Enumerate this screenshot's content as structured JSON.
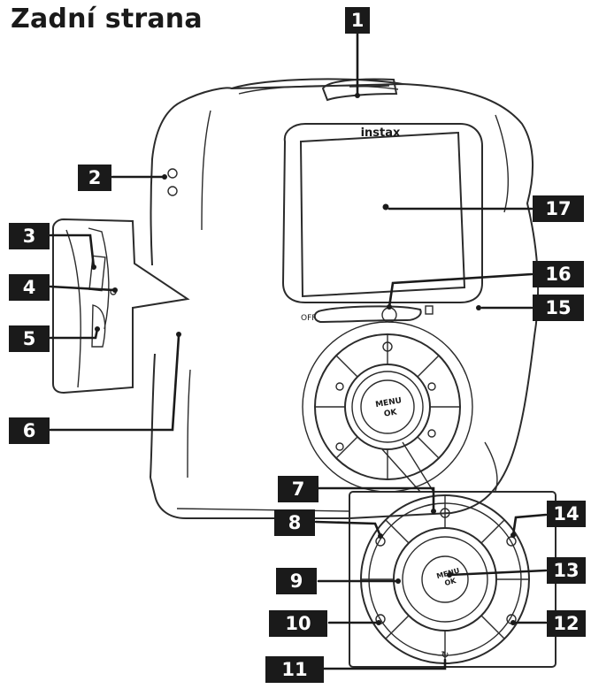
{
  "title": "Zadní strana",
  "brand_text": "instax",
  "menu_ok_label": "MENU OK",
  "callouts": [
    {
      "number": "1"
    },
    {
      "number": "2"
    },
    {
      "number": "3"
    },
    {
      "number": "4"
    },
    {
      "number": "5"
    },
    {
      "number": "6"
    },
    {
      "number": "7"
    },
    {
      "number": "8"
    },
    {
      "number": "9"
    },
    {
      "number": "10"
    },
    {
      "number": "11"
    },
    {
      "number": "12"
    },
    {
      "number": "13"
    },
    {
      "number": "14"
    },
    {
      "number": "15"
    },
    {
      "number": "16"
    },
    {
      "number": "17"
    }
  ],
  "colors": {
    "ink": "#1a1a1a",
    "badge_text": "#ffffff",
    "background": "#ffffff"
  }
}
